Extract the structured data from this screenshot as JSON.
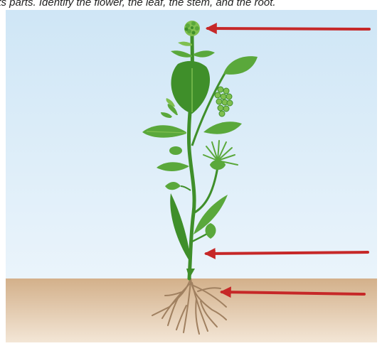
{
  "caption": "its parts. Identify the flower, the leaf, the stem, and the root.",
  "colors": {
    "sky_top": "#cfe6f6",
    "sky_bottom": "#eaf4fb",
    "soil_top": "#d3b08a",
    "soil_bottom": "#f3e6d6",
    "leaf_dark": "#3f8f2a",
    "leaf_mid": "#5aa83b",
    "leaf_light": "#7fbf4f",
    "root": "#a08060",
    "arrow": "#c62828"
  },
  "arrows": [
    {
      "name": "flower-arrow",
      "points_to": "flower"
    },
    {
      "name": "stem-arrow",
      "points_to": "stem"
    },
    {
      "name": "root-arrow",
      "points_to": "root"
    }
  ]
}
